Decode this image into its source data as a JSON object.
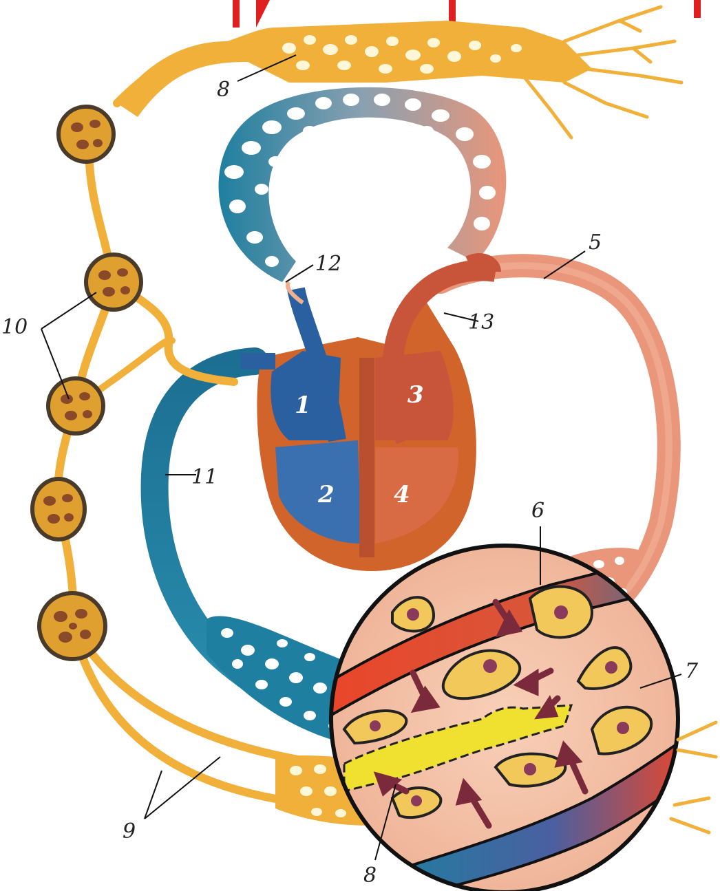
{
  "diagram": {
    "labels": {
      "l1": "1",
      "l2": "2",
      "l3": "3",
      "l4": "4",
      "l5": "5",
      "l6": "6",
      "l7": "7",
      "l8_top": "8",
      "l8_bottom": "8",
      "l9": "9",
      "l10": "10",
      "l11": "11",
      "l12": "12",
      "l13": "13"
    },
    "colors": {
      "venous": "#1f7fa0",
      "venous_dark": "#2a5fa0",
      "arterial": "#e9967a",
      "arterial_dark": "#c8553a",
      "lymph": "#f0b03a",
      "lymph_node": "#e0a030",
      "node_rim": "#4a3a2a",
      "tissue": "#f4c4a8",
      "cell": "#f2c85a",
      "nucleus": "#8a3a5a",
      "arrow": "#7a2a3a",
      "heart_wall": "#d0642a",
      "header_red": "#e02020"
    }
  }
}
